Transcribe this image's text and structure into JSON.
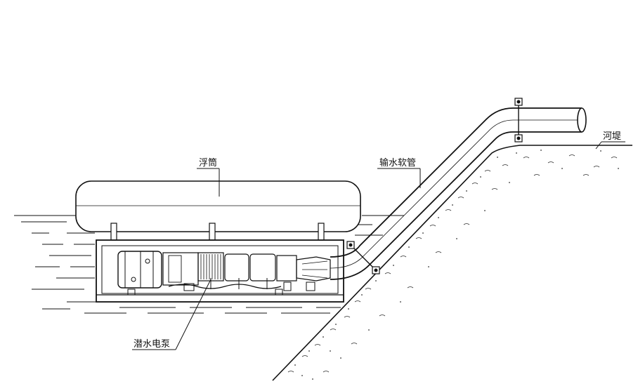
{
  "labels": {
    "float": "浮筒",
    "hose": "输水软管",
    "embankment": "河堤",
    "pump": "潜水电泵"
  },
  "colors": {
    "line": "#111111",
    "bank_fill": "#ffffff",
    "background": "#ffffff"
  }
}
